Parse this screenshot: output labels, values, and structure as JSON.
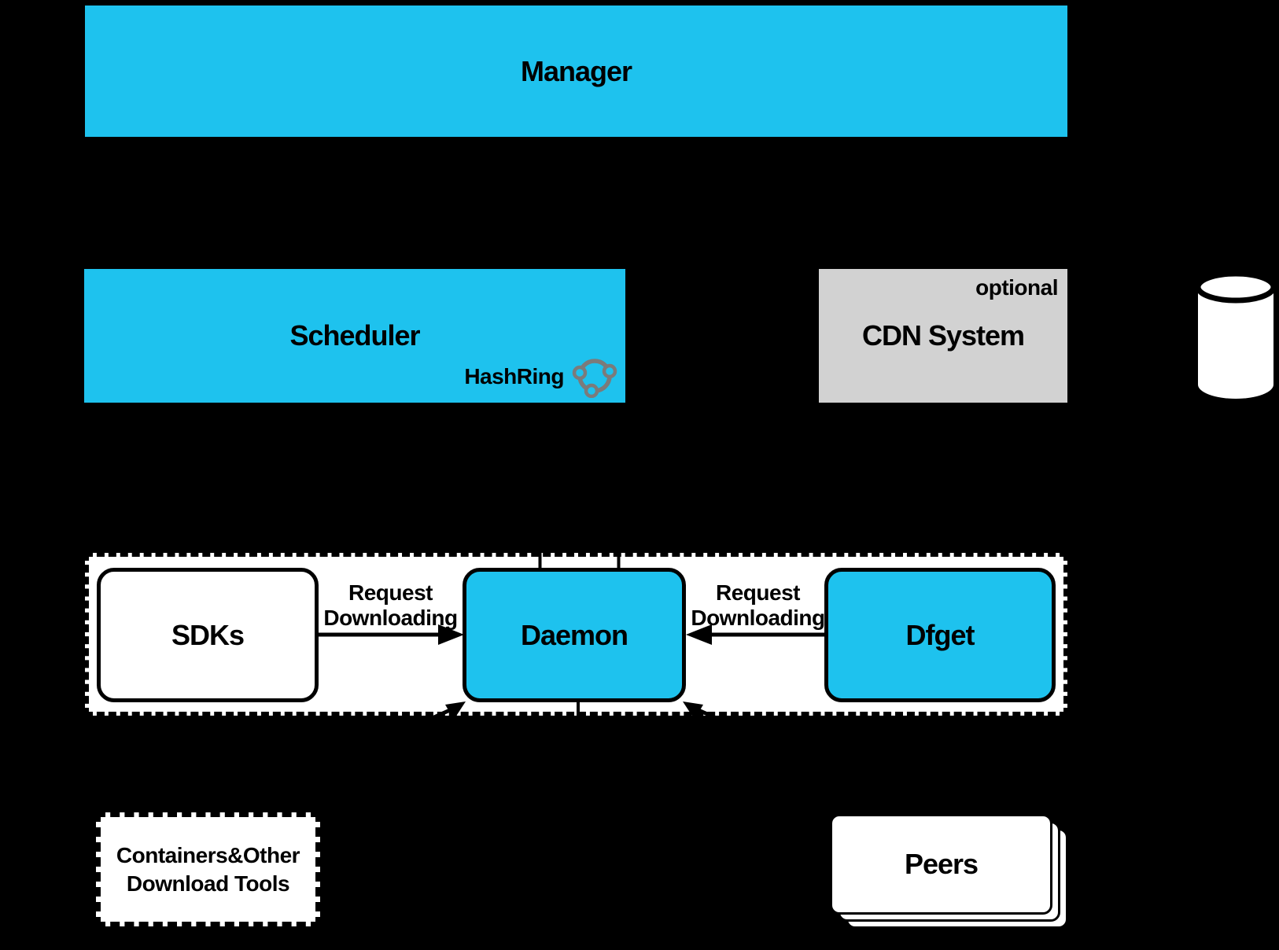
{
  "colors": {
    "bg": "#000000",
    "accent-cyan": "#1ec2ee",
    "cdn-gray": "#d2d2d2",
    "icon-gray": "#7b7b7b",
    "box-white": "#ffffff",
    "line-black": "#000000"
  },
  "nodes": {
    "manager": {
      "label": "Manager"
    },
    "scheduler": {
      "label": "Scheduler",
      "hashring_label": "HashRing"
    },
    "cdn": {
      "label": "CDN System",
      "badge": "optional"
    },
    "sdks": {
      "label": "SDKs"
    },
    "daemon": {
      "label": "Daemon"
    },
    "dfget": {
      "label": "Dfget"
    },
    "containers": {
      "line1": "Containers&Other",
      "line2": "Download Tools"
    },
    "peers": {
      "label": "Peers"
    }
  },
  "edges": {
    "sdks_to_daemon": {
      "line1": "Request",
      "line2": "Downloading"
    },
    "dfget_to_daemon": {
      "line1": "Request",
      "line2": "Downloading"
    }
  },
  "icons": {
    "hashring": "hashring-ring-icon",
    "database": "database-cylinder-icon"
  }
}
